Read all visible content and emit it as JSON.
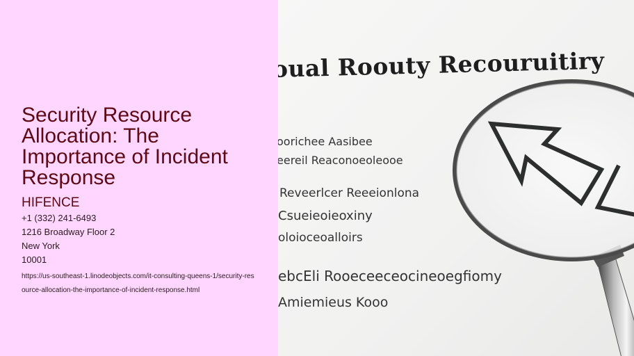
{
  "article": {
    "title": "Security Resource Allocation: The Importance of Incident Response",
    "company": "HIFENCE",
    "phone": "+1 (332) 241-6493",
    "address": "1216 Broadway Floor 2",
    "city": "New York",
    "zip": "10001",
    "url": "https://us-southeast-1.linodeobjects.com/it-consulting-queens-1/security-resource-allocation-the-importance-of-incident-response.html"
  },
  "hero_image": {
    "alt": "Magnifying glass over document with arrow",
    "headline_text": "oual Roouty Recouruitiry",
    "lines": [
      "oorichee Aasibee",
      "eereil Reaconoeoleooe",
      "Reveerlcer Reeeionlona",
      "Csueieoieoxiny",
      "oloioceoalloirs",
      "ebcEli Rooeceeceocineoegfiomy",
      "Amiemieus Kooo"
    ],
    "icons": [
      "magnifying-glass-icon",
      "arrow-icon"
    ]
  },
  "colors": {
    "left_background": "#ffd6ff",
    "title_color": "#5c0a14",
    "body_text": "#2a1a1e",
    "image_background": "#f3f3f2"
  }
}
